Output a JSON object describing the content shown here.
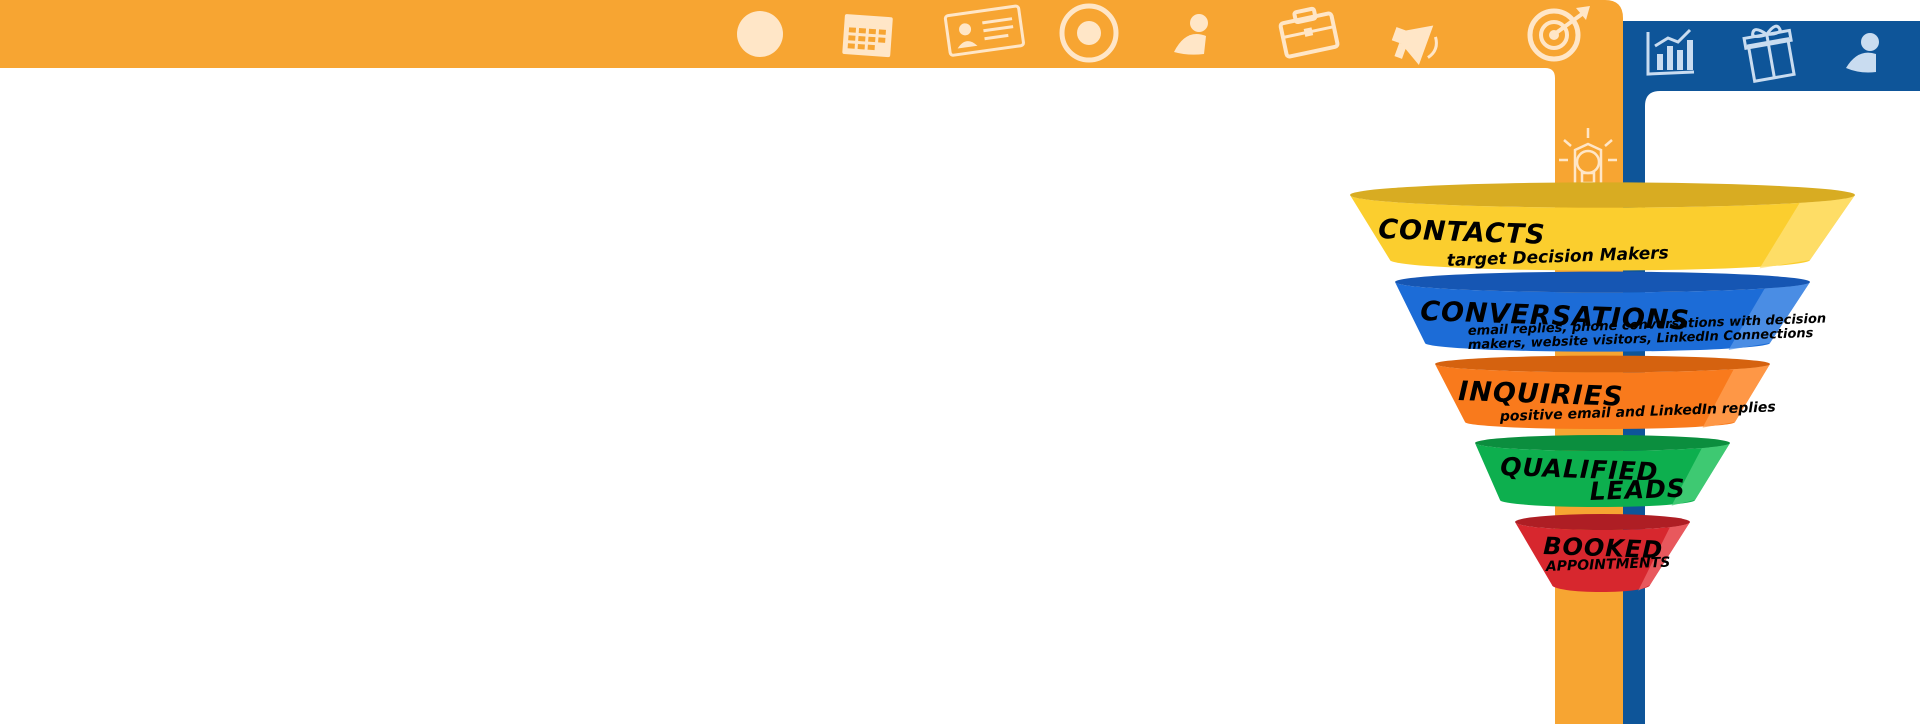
{
  "colors": {
    "orange": "#F7A532",
    "blue": "#0E5599",
    "icon": "#FFE6C7",
    "icon_on_blue": "#C9DCF0",
    "white": "#FFFFFF"
  },
  "top_bar_icons": [
    {
      "name": "circle-icon"
    },
    {
      "name": "calendar-icon"
    },
    {
      "name": "id-card-icon"
    },
    {
      "name": "target-ring-icon"
    },
    {
      "name": "user-icon"
    },
    {
      "name": "briefcase-icon"
    },
    {
      "name": "megaphone-icon"
    },
    {
      "name": "bullseye-arrow-icon"
    }
  ],
  "blue_bar_icons": [
    {
      "name": "chart-icon"
    },
    {
      "name": "gift-icon"
    },
    {
      "name": "user-icon"
    }
  ],
  "pillar_icon": {
    "name": "lightbulb-icon"
  },
  "funnel": {
    "stages": [
      {
        "title": "CONTACTS",
        "subtitle": [
          "target Decision Makers"
        ],
        "color": "#FBCE2E",
        "shade": "#D8AC22",
        "light": "#FFE27A"
      },
      {
        "title": "CONVERSATIONS",
        "subtitle": [
          "email replies, phone conversations with decision",
          "makers, website visitors, LinkedIn Connections"
        ],
        "color": "#1C6CD7",
        "shade": "#1656B3",
        "light": "#5A98E8"
      },
      {
        "title": "INQUIRIES",
        "subtitle": [
          "positive email and LinkedIn replies"
        ],
        "color": "#F97A1C",
        "shade": "#D5620F",
        "light": "#FFA254"
      },
      {
        "title": "QUALIFIED",
        "subtitle": [
          "LEADS"
        ],
        "color": "#0DAF4E",
        "shade": "#0B8E3E",
        "light": "#4FD17F"
      },
      {
        "title": "BOOKED",
        "subtitle": [
          "APPOINTMENTS"
        ],
        "color": "#D7272E",
        "shade": "#AE1E24",
        "light": "#EE6A6E"
      }
    ]
  }
}
